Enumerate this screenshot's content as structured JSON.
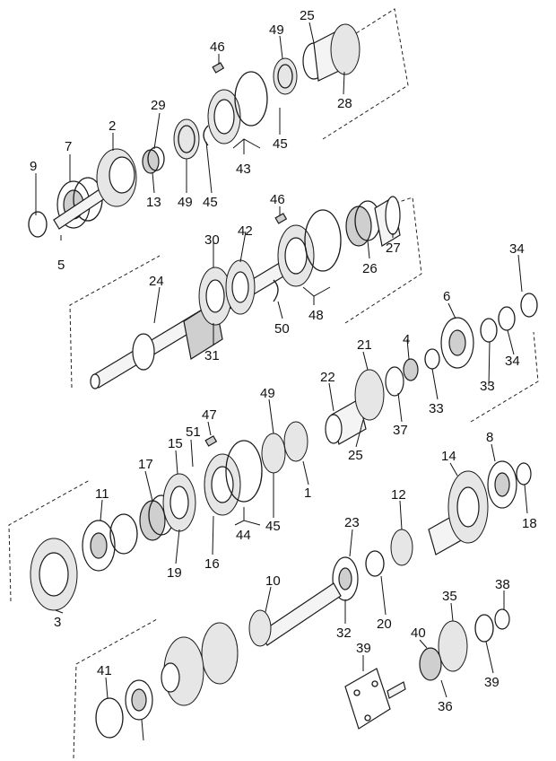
{
  "callouts": [
    "9",
    "7",
    "2",
    "29",
    "46",
    "49",
    "25",
    "28",
    "13",
    "49",
    "45",
    "43",
    "45",
    "5",
    "46",
    "27",
    "42",
    "30",
    "26",
    "24",
    "48",
    "50",
    "31",
    "34",
    "6",
    "4",
    "21",
    "22",
    "34",
    "33",
    "37",
    "33",
    "47",
    "49",
    "51",
    "15",
    "25",
    "17",
    "1",
    "8",
    "14",
    "11",
    "44",
    "45",
    "16",
    "19",
    "18",
    "12",
    "23",
    "3",
    "10",
    "32",
    "20",
    "38",
    "35",
    "41",
    "39",
    "40",
    "39",
    "36"
  ],
  "colors": {
    "line": "#1a1a1a",
    "background": "#ffffff"
  }
}
